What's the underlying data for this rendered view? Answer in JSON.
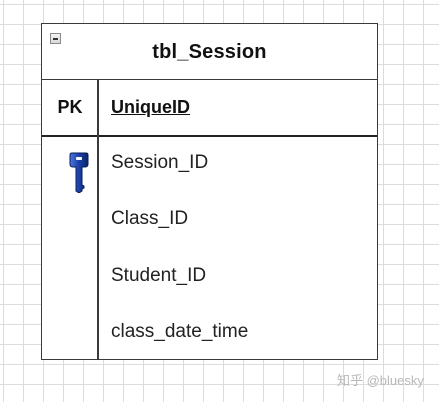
{
  "table": {
    "title": "tbl_Session",
    "key_column_label": "PK",
    "key_field": "UniqueID",
    "fields": [
      "Session_ID",
      "Class_ID",
      "Student_ID",
      "class_date_time"
    ],
    "primary_key_field_index": 0
  },
  "watermark": "知乎 @bluesky",
  "colors": {
    "border": "#3a3a3a",
    "key_icon": "#1a3fa8",
    "grid": "#dcdcdc"
  }
}
